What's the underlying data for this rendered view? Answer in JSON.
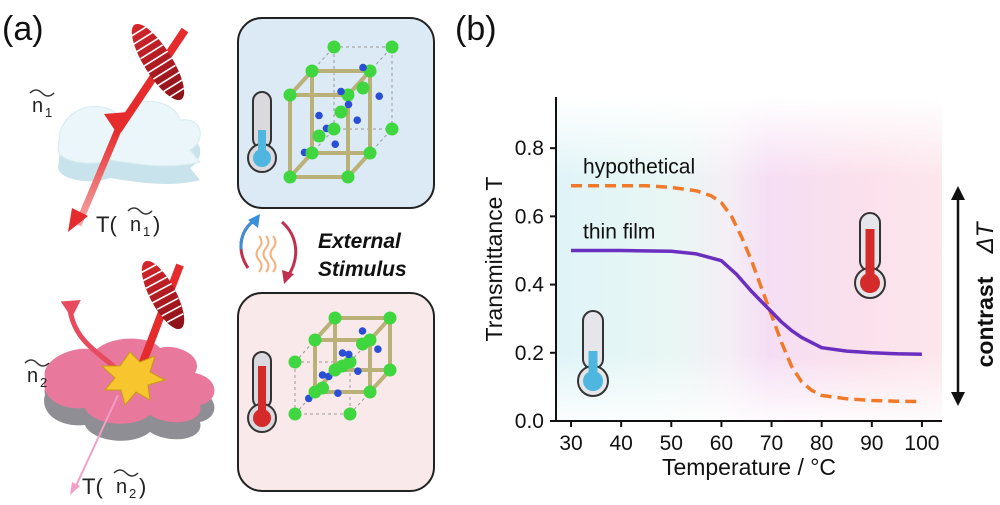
{
  "panel_a": {
    "label": "(a)",
    "material_1": {
      "n_symbol": "n",
      "n_subscript": "1",
      "transmission_label": "T(",
      "transmission_close": ")"
    },
    "material_2": {
      "n_symbol": "n",
      "n_subscript": "2",
      "transmission_label": "T(",
      "transmission_close": ")"
    },
    "stimulus": {
      "line1": "External",
      "line2": "Stimulus"
    }
  },
  "panel_b": {
    "label": "(b)"
  },
  "colors": {
    "hypothetical": "#f07a2a",
    "thin_film": "#6b2fc0",
    "cold": "#4fb6e0",
    "hot": "#d42a2a",
    "atom_large": "#3fd63f",
    "atom_small": "#2a4fd6",
    "lattice": "#b9b178"
  },
  "chart_data": {
    "type": "line",
    "xlabel": "Temperature / °C",
    "ylabel": "Transmittance T",
    "xlim": [
      27,
      104
    ],
    "ylim": [
      0.0,
      0.95
    ],
    "xticks": [
      "30",
      "40",
      "50",
      "60",
      "70",
      "80",
      "90",
      "100"
    ],
    "yticks": [
      "0.0",
      "0.2",
      "0.4",
      "0.6",
      "0.8"
    ],
    "series": [
      {
        "name": "hypothetical",
        "style": "dashed",
        "x": [
          30,
          35,
          40,
          45,
          50,
          55,
          58,
          60,
          62,
          64,
          66,
          68,
          70,
          72,
          74,
          76,
          78,
          80,
          85,
          90,
          95,
          100
        ],
        "y": [
          0.69,
          0.69,
          0.69,
          0.69,
          0.685,
          0.675,
          0.66,
          0.64,
          0.6,
          0.54,
          0.47,
          0.39,
          0.31,
          0.23,
          0.16,
          0.115,
          0.09,
          0.075,
          0.065,
          0.06,
          0.058,
          0.057
        ]
      },
      {
        "name": "thin film",
        "style": "solid",
        "x": [
          30,
          40,
          50,
          55,
          60,
          63,
          66,
          68,
          70,
          72,
          74,
          76,
          80,
          85,
          90,
          95,
          100
        ],
        "y": [
          0.5,
          0.5,
          0.498,
          0.49,
          0.47,
          0.43,
          0.38,
          0.35,
          0.32,
          0.29,
          0.265,
          0.245,
          0.215,
          0.205,
          0.2,
          0.197,
          0.196
        ]
      }
    ],
    "annotation": {
      "text_main": "contrast",
      "text_symbol": "ΔT"
    }
  }
}
